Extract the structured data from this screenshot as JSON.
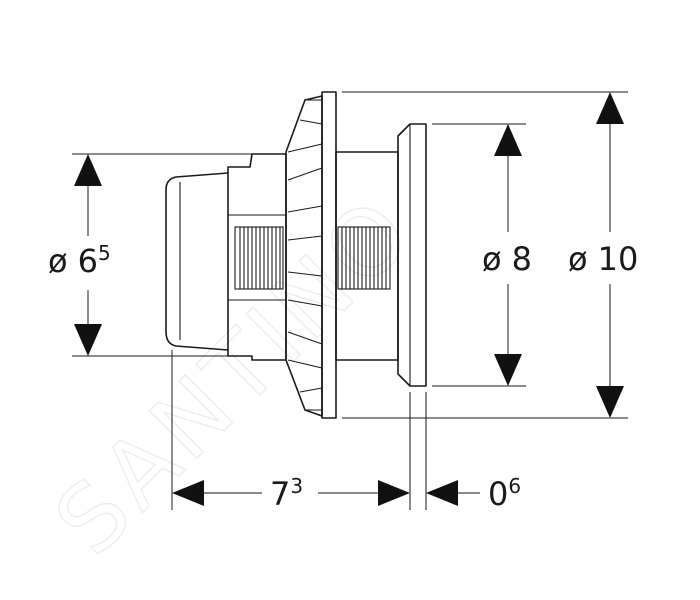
{
  "watermark": {
    "text": "SANTINO",
    "color": "#ececec"
  },
  "dimensions": {
    "diameter_small": {
      "symbol": "ø",
      "main": "6",
      "sup": "5"
    },
    "diameter_medium": {
      "symbol": "ø",
      "main": "8"
    },
    "diameter_large": {
      "symbol": "ø",
      "main": "10"
    },
    "length_body": {
      "main": "7",
      "sup": "3"
    },
    "length_flange": {
      "main": "0",
      "sup": "6"
    }
  },
  "colors": {
    "line": "#1a1a1a",
    "arrow": "#111111",
    "background": "#ffffff"
  }
}
